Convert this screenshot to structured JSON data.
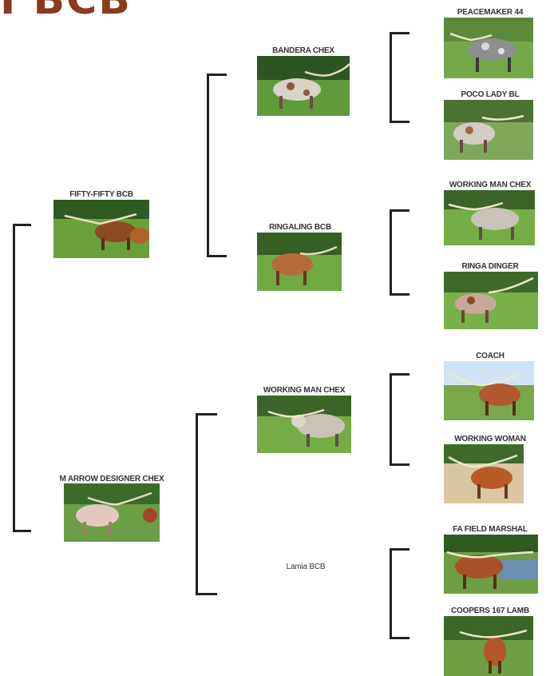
{
  "title": "I BCB",
  "pedigree": {
    "subject": "",
    "sire": {
      "name": "FIFTY-FIFTY BCB",
      "sire": {
        "name": "BANDERA CHEX",
        "sire": "PEACEMAKER 44",
        "dam": "POCO LADY BL"
      },
      "dam": {
        "name": "RINGALING BCB",
        "sire": "WORKING MAN CHEX",
        "dam": "RINGA DINGER"
      }
    },
    "dam": {
      "name": "M ARROW DESIGNER CHEX",
      "sire": {
        "name": "WORKING MAN CHEX",
        "sire": "COACH",
        "dam": "WORKING WOMAN"
      },
      "dam": {
        "name": "Lamia BCB",
        "sire": "FA FIELD MARSHAL",
        "dam": "COOPERS 167 LAMB"
      }
    }
  },
  "colors": {
    "title": "#8b3a1e",
    "grass": "#6aa03a",
    "trees": "#2f5a22",
    "sky": "#cfe3f2"
  }
}
